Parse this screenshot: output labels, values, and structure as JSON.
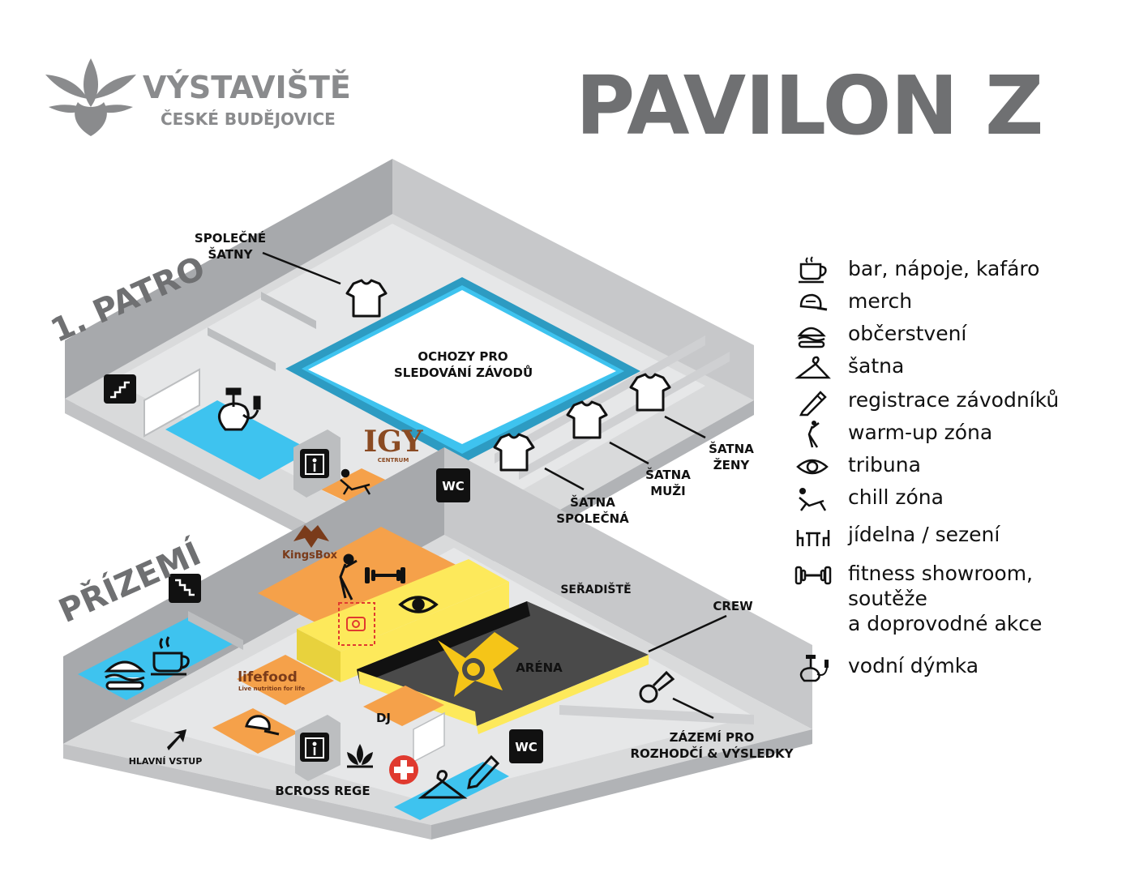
{
  "header": {
    "logo_name": "VÝSTAVIŠTĚ",
    "logo_city": "ČESKÉ BUDĚJOVICE",
    "title": "PAVILON Z"
  },
  "floors": {
    "upper": "1. PATRO",
    "ground": "PŘÍZEMÍ"
  },
  "map_labels": {
    "spolecne_satny_1": "SPOLEČNÉ",
    "spolecne_satny_2": "ŠATNY",
    "ochozy_1": "OCHOZY PRO",
    "ochozy_2": "SLEDOVÁNÍ ZÁVODŮ",
    "satna_zeny_1": "ŠATNA",
    "satna_zeny_2": "ŽENY",
    "satna_muzi_1": "ŠATNA",
    "satna_muzi_2": "MUŽI",
    "satna_spolecna_1": "ŠATNA",
    "satna_spolecna_2": "SPOLEČNÁ",
    "seradiste": "SEŘADIŠTĚ",
    "crew": "CREW",
    "arena": "ARÉNA",
    "dj": "DJ",
    "zazemi_1": "ZÁZEMÍ PRO",
    "zazemi_2": "ROZHODČÍ & VÝSLEDKY",
    "hlavni_vstup": "HLAVNÍ VSTUP",
    "bcross": "BCROSS REGE",
    "wc_upper": "WC",
    "wc_ground": "WC"
  },
  "brands": {
    "igy": "IGY",
    "igy_sub": "CENTRUM",
    "kingsbox": "KingsBox",
    "lifefood": "lifefood",
    "lifefood_sub": "Live nutrition for life"
  },
  "legend": [
    {
      "icon": "coffee-cup-icon",
      "label": "bar, nápoje, kafáro"
    },
    {
      "icon": "cap-icon",
      "label": "merch"
    },
    {
      "icon": "burger-icon",
      "label": "občerstvení"
    },
    {
      "icon": "hanger-icon",
      "label": "šatna"
    },
    {
      "icon": "pencil-icon",
      "label": "registrace závodníků"
    },
    {
      "icon": "warmup-figure-icon",
      "label": "warm-up zóna"
    },
    {
      "icon": "eye-icon",
      "label": "tribuna"
    },
    {
      "icon": "lounger-icon",
      "label": "chill zóna"
    },
    {
      "icon": "dining-table-icon",
      "label": "jídelna / sezení"
    },
    {
      "icon": "dumbbell-icon",
      "label": "fitness showroom,",
      "label_2": "soutěže",
      "label_3": "a doprovodné akce"
    },
    {
      "icon": "hookah-icon",
      "label": "vodní dýmka"
    }
  ],
  "colors": {
    "grey_title": "#6f7072",
    "wall_grey": "#a7a9ac",
    "floor_grey": "#d9dadb",
    "blue": "#3ec3ef",
    "orange": "#f5a14a",
    "yellow": "#fde95b",
    "arena_dark": "#4a4a4a",
    "black": "#111111"
  }
}
